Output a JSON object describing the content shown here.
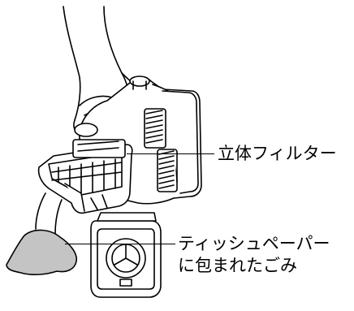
{
  "labels": {
    "filter": "立体フィルター",
    "tissue_line1": "ティッシュペーパー",
    "tissue_line2": "に包まれたごみ"
  },
  "colors": {
    "line": "#000000",
    "device_fill": "#ffffff",
    "dust_fill": "#c4c4c4"
  }
}
